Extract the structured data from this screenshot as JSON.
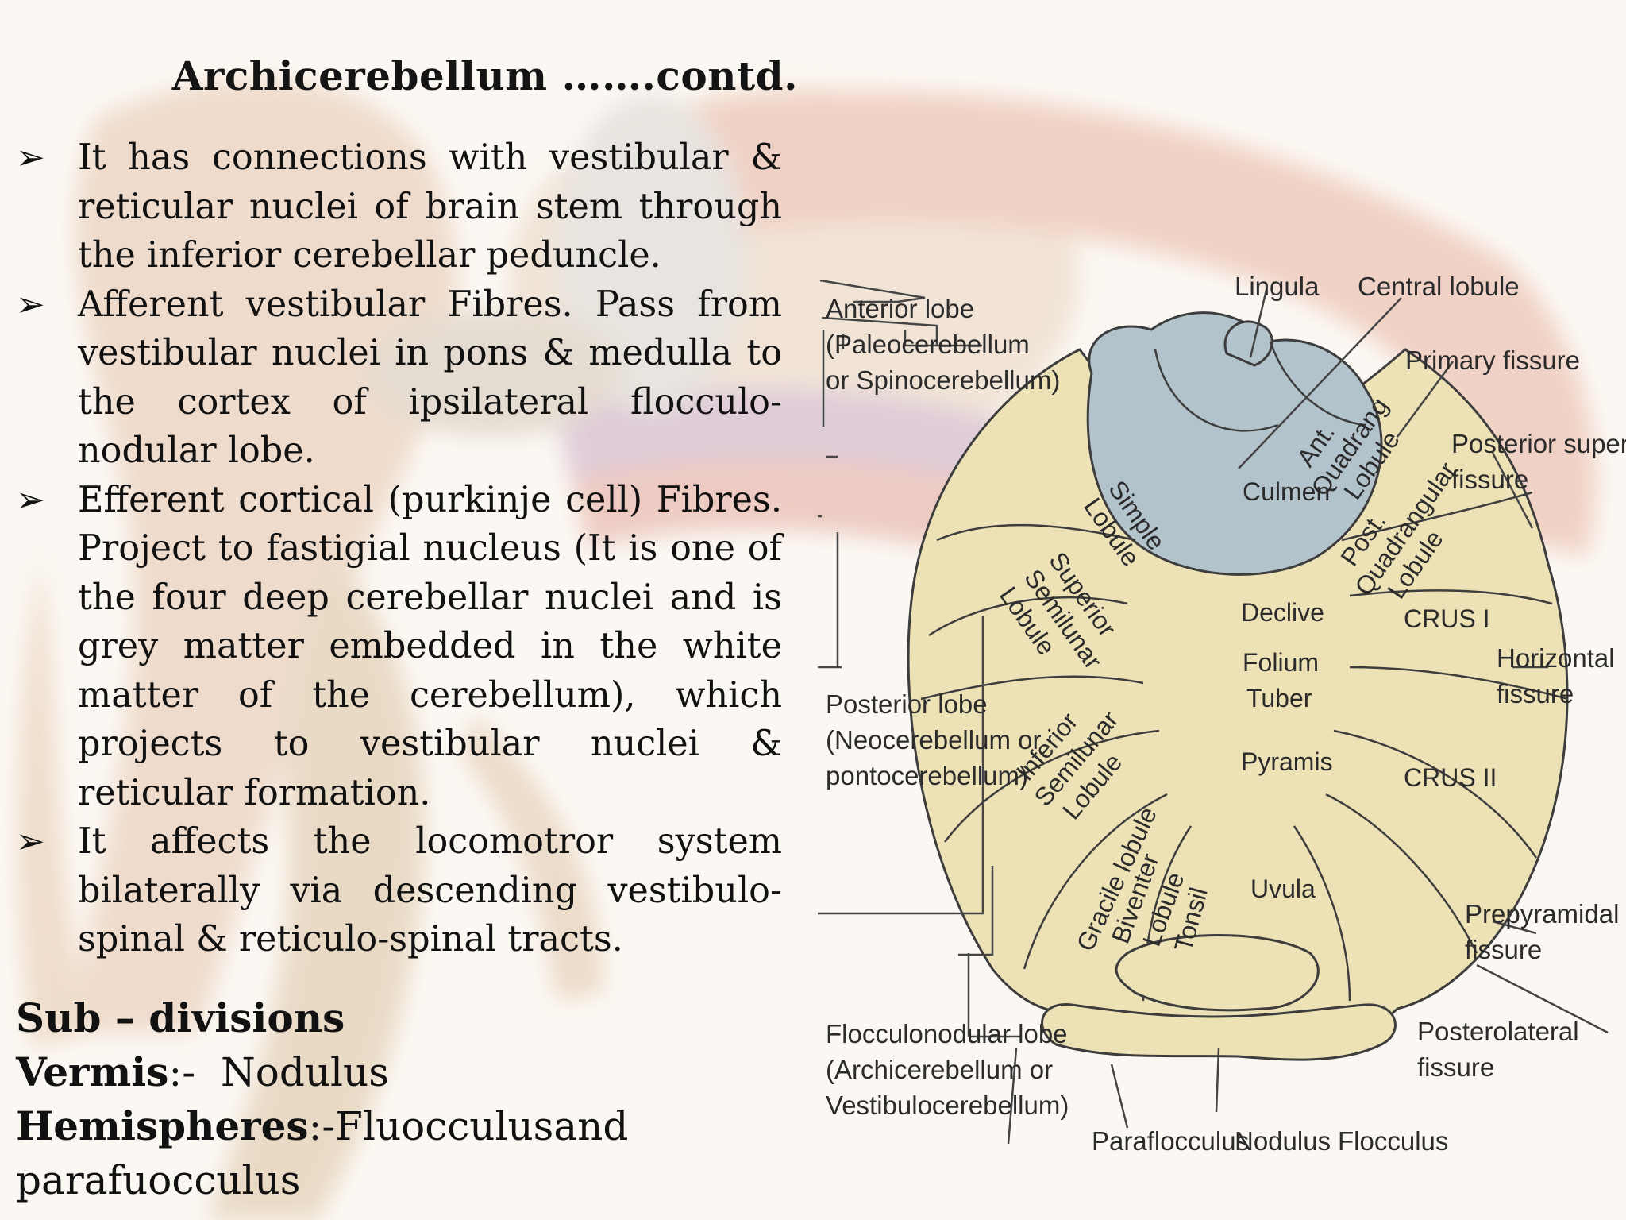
{
  "slide": {
    "title": "Archicerebellum …….contd.",
    "bullet_glyph": "➢",
    "bullets": [
      {
        "text": "It has connections with vestibular & reticular nuclei of  brain stem  through the inferior cerebellar peduncle."
      },
      {
        "text": "Afferent vestibular Fibres. Pass from vestibular nuclei in pons & medulla to the cortex of ipsilateral flocculo-nodular lobe."
      },
      {
        "text": "Efferent cortical (purkinje cell) Fibres. Project to fastigial nucleus (It is one of the four deep cerebellar nuclei and is grey matter embedded in the white matter of the cerebellum), which projects to vestibular nuclei & reticular formation."
      },
      {
        "text": "It affects the locomotror system bilaterally  via descending vestibulo-spinal & reticulo-spinal tracts."
      }
    ],
    "subdivisions": {
      "heading": "Sub – divisions",
      "vermis_label": "Vermis",
      "vermis_sep": ":-",
      "vermis_value": "Nodulus",
      "hemispheres_label": "Hemispheres",
      "hemispheres_sep": ":-",
      "hemispheres_word1": "Fluocculus",
      "hemispheres_word2": "and",
      "hemispheres_line2": "parafuocculus"
    }
  },
  "diagram": {
    "colors": {
      "anterior_lobe": "#b3c3cc",
      "posterior_lobe": "#ede1b6",
      "outline": "#3d3d3d",
      "label": "#2b2b2b"
    },
    "lobe_labels": {
      "anterior_1": "Anterior lobe",
      "anterior_2": "(Paleocerebellum",
      "anterior_3": "or Spinocerebellum)",
      "posterior_1": "Posterior lobe",
      "posterior_2": "(Neocerebellum or",
      "posterior_3": "pontocerebellum)",
      "floccnod_1": "Flocculonodular lobe",
      "floccnod_2": "(Archicerebellum or",
      "floccnod_3": "Vestibulocerebellum)"
    },
    "right_labels": {
      "lingula": "Lingula",
      "central_lobule": "Central lobule",
      "primary_fissure": "Primary fissure",
      "posterior_superior_1": "Posterior superior",
      "posterior_superior_2": "fissure",
      "horizontal_1": "Horizontal",
      "horizontal_2": "fissure",
      "prepyramidal_1": "Prepyramidal",
      "prepyramidal_2": "fissure",
      "posterolateral_1": "Posterolateral",
      "posterolateral_2": "fissure"
    },
    "bottom_labels": {
      "paraflocculus": "Paraflocculus",
      "nodulus": "Nodulus",
      "flocculus": "Flocculus"
    },
    "segments": {
      "culmen": "Culmen",
      "ant_quad_1": "Ant.",
      "ant_quad_2": "Quadrang",
      "ant_quad_3": "Lobule",
      "simple_1": "Simple",
      "simple_2": "Lobule",
      "post_quad_1": "Post.",
      "post_quad_2": "Quadrangular",
      "post_quad_3": "Lobule",
      "declive": "Declive",
      "sup_semi_1": "Superior",
      "sup_semi_2": "Semilunar",
      "sup_semi_3": "Lobule",
      "crus_1": "CRUS I",
      "folium": "Folium",
      "tuber": "Tuber",
      "inf_semi_1": "Inferior",
      "inf_semi_2": "Semilunar",
      "inf_semi_3": "Lobule",
      "pyramis": "Pyramis",
      "crus_2": "CRUS II",
      "gracile": "Gracile lobule",
      "biventer_1": "Biventer",
      "biventer_2": "Lobule",
      "tonsil": "Tonsil",
      "uvula": "Uvula"
    }
  }
}
